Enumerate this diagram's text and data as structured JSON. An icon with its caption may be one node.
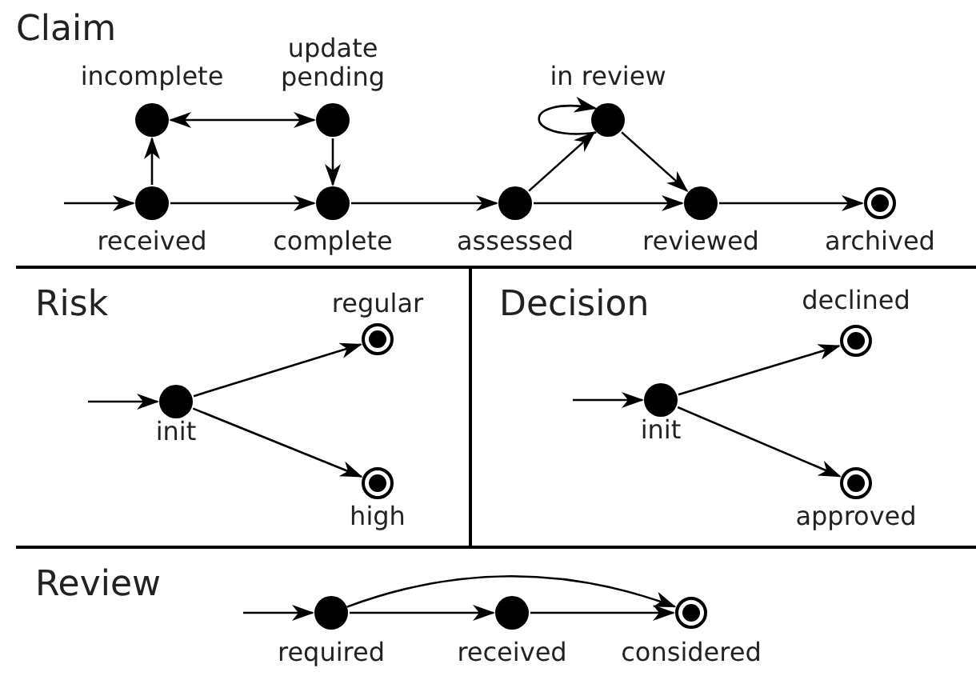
{
  "diagram": {
    "nodes": [
      {
        "text": [
          "Claim"
        ]
      },
      {
        "text": [],
        "shape": "circle",
        "beside": [
          "received"
        ],
        "in": 0
      },
      {
        "text": [],
        "shape": "circle",
        "beside": [
          "incomplete"
        ],
        "in": 0
      },
      {
        "text": [],
        "shape": "circle",
        "beside": [
          "update pending"
        ],
        "in": 0
      },
      {
        "text": [],
        "shape": "circle",
        "beside": [
          "complete"
        ],
        "in": 0
      },
      {
        "text": [],
        "shape": "circle",
        "beside": [
          "assessed"
        ],
        "in": 0
      },
      {
        "text": [],
        "shape": "circle",
        "beside": [
          "in review"
        ],
        "in": 0
      },
      {
        "text": [],
        "shape": "circle",
        "beside": [
          "reviewed"
        ],
        "in": 0
      },
      {
        "text": [],
        "shape": "bullseye",
        "beside": [
          "archived"
        ],
        "in": 0
      },
      {
        "text": [
          "Risk"
        ]
      },
      {
        "text": [],
        "shape": "circle",
        "beside": [
          "init"
        ],
        "in": 9
      },
      {
        "text": [],
        "shape": "bullseye",
        "beside": [
          "regular"
        ],
        "in": 9
      },
      {
        "text": [],
        "shape": "bullseye",
        "beside": [
          "high"
        ],
        "in": 9
      },
      {
        "text": [
          "Decision"
        ]
      },
      {
        "text": [],
        "shape": "circle",
        "beside": [
          "init"
        ],
        "in": 13
      },
      {
        "text": [],
        "shape": "bullseye",
        "beside": [
          "declined"
        ],
        "in": 13
      },
      {
        "text": [],
        "shape": "bullseye",
        "beside": [
          "approved"
        ],
        "in": 13
      },
      {
        "text": [
          "Review"
        ]
      },
      {
        "text": [],
        "shape": "circle",
        "beside": [
          "required"
        ],
        "in": 17
      },
      {
        "text": [],
        "shape": "circle",
        "beside": [
          "received"
        ],
        "in": 17
      },
      {
        "text": [],
        "shape": "bullseye",
        "beside": [
          "considered"
        ],
        "in": 17
      }
    ],
    "edges": [
      {
        "from": null,
        "to": 1,
        "arrow": "to"
      },
      {
        "from": 1,
        "to": 2,
        "arrow": "to"
      },
      {
        "from": 2,
        "to": 3,
        "arrow": "both"
      },
      {
        "from": 3,
        "to": 4,
        "arrow": "to"
      },
      {
        "from": 1,
        "to": 4,
        "arrow": "to"
      },
      {
        "from": 4,
        "to": 5,
        "arrow": "to"
      },
      {
        "from": 5,
        "to": 6,
        "arrow": "to"
      },
      {
        "from": 6,
        "to": 6,
        "arrow": "to"
      },
      {
        "from": 6,
        "to": 7,
        "arrow": "to"
      },
      {
        "from": 5,
        "to": 7,
        "arrow": "to"
      },
      {
        "from": 7,
        "to": 8,
        "arrow": "to"
      },
      {
        "from": null,
        "to": 10,
        "arrow": "to"
      },
      {
        "from": 10,
        "to": 11,
        "arrow": "to"
      },
      {
        "from": 10,
        "to": 12,
        "arrow": "to"
      },
      {
        "from": null,
        "to": 14,
        "arrow": "to"
      },
      {
        "from": 14,
        "to": 15,
        "arrow": "to"
      },
      {
        "from": 14,
        "to": 16,
        "arrow": "to"
      },
      {
        "from": null,
        "to": 18,
        "arrow": "to"
      },
      {
        "from": 18,
        "to": 19,
        "arrow": "to"
      },
      {
        "from": 19,
        "to": 20,
        "arrow": "to"
      },
      {
        "from": 18,
        "to": 20,
        "arrow": "to"
      }
    ]
  }
}
